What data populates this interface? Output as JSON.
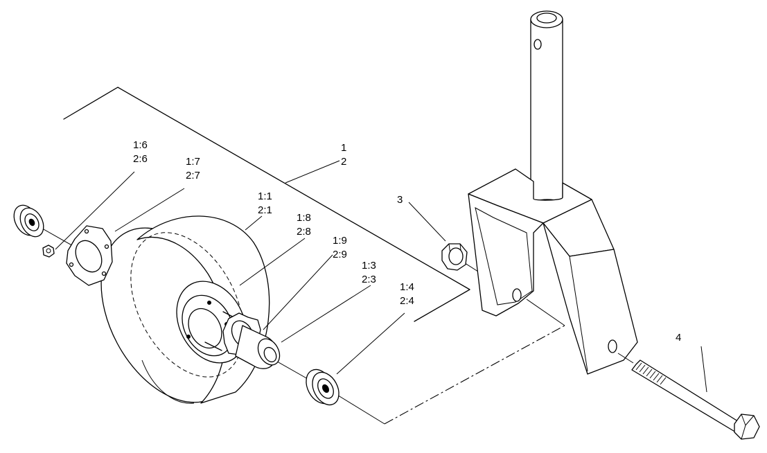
{
  "callouts": [
    {
      "id": "c1",
      "lines": [
        "1",
        "2"
      ]
    },
    {
      "id": "c3",
      "lines": [
        "3"
      ]
    },
    {
      "id": "c4",
      "lines": [
        "4"
      ]
    },
    {
      "id": "c11",
      "lines": [
        "1:1",
        "2:1"
      ]
    },
    {
      "id": "c13",
      "lines": [
        "1:3",
        "2:3"
      ]
    },
    {
      "id": "c14",
      "lines": [
        "1:4",
        "2:4"
      ]
    },
    {
      "id": "c16",
      "lines": [
        "1:6",
        "2:6"
      ]
    },
    {
      "id": "c17",
      "lines": [
        "1:7",
        "2:7"
      ]
    },
    {
      "id": "c18",
      "lines": [
        "1:8",
        "2:8"
      ]
    },
    {
      "id": "c19",
      "lines": [
        "1:9",
        "2:9"
      ]
    }
  ]
}
